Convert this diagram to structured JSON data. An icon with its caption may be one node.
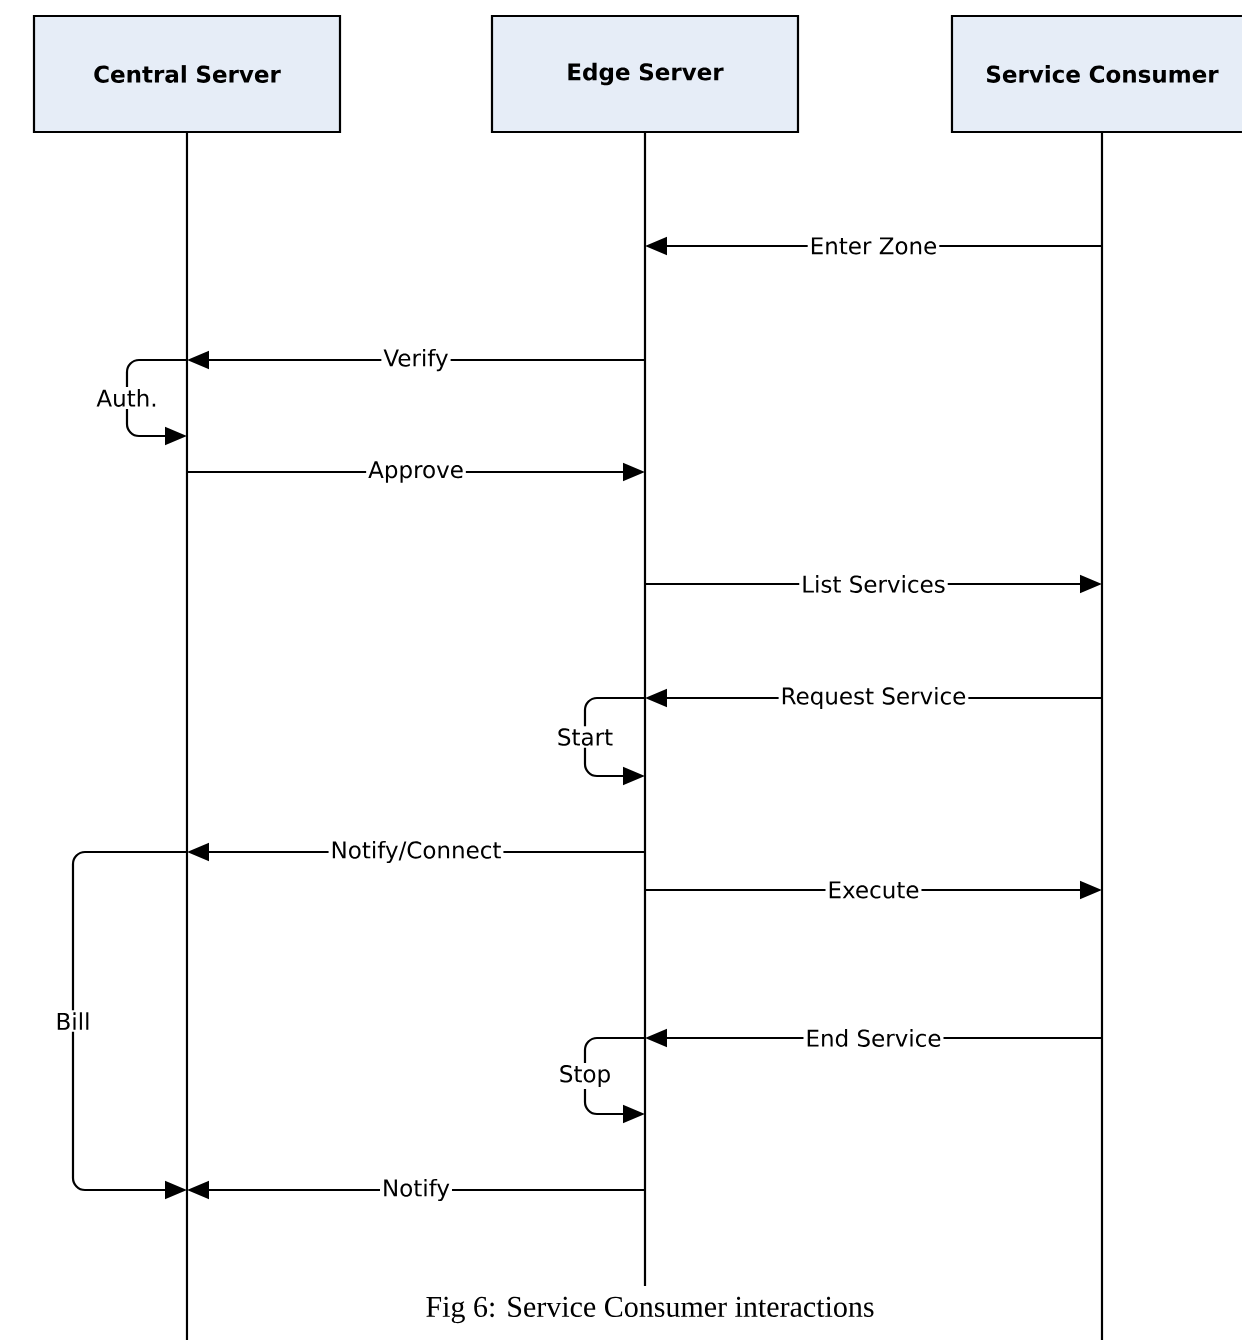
{
  "diagram": {
    "caption": "Fig 6: Service Consumer interactions",
    "nodes": [
      {
        "text": [
          "Central Server"
        ]
      },
      {
        "text": [
          "Edge Server"
        ]
      },
      {
        "text": [
          "Service Consumer"
        ]
      }
    ],
    "edges": [
      {
        "from": 2,
        "to": 1,
        "arrow": "to",
        "label": "Enter Zone"
      },
      {
        "from": 1,
        "to": 0,
        "arrow": "to",
        "label": "Verify"
      },
      {
        "from": 0,
        "to": 0,
        "arrow": "to",
        "label": "Auth."
      },
      {
        "from": 0,
        "to": 1,
        "arrow": "to",
        "label": "Approve"
      },
      {
        "from": 1,
        "to": 2,
        "arrow": "to",
        "label": "List Services"
      },
      {
        "from": 2,
        "to": 1,
        "arrow": "to",
        "label": "Request Service"
      },
      {
        "from": 1,
        "to": 1,
        "arrow": "to",
        "label": "Start"
      },
      {
        "from": 1,
        "to": 0,
        "arrow": "to",
        "label": "Notify/Connect"
      },
      {
        "from": 1,
        "to": 2,
        "arrow": "to",
        "label": "Execute"
      },
      {
        "from": 0,
        "to": 0,
        "arrow": "to",
        "label": "Bill"
      },
      {
        "from": 2,
        "to": 1,
        "arrow": "to",
        "label": "End Service"
      },
      {
        "from": 1,
        "to": 1,
        "arrow": "to",
        "label": "Stop"
      },
      {
        "from": 1,
        "to": 0,
        "arrow": "to",
        "label": "Notify"
      }
    ]
  }
}
